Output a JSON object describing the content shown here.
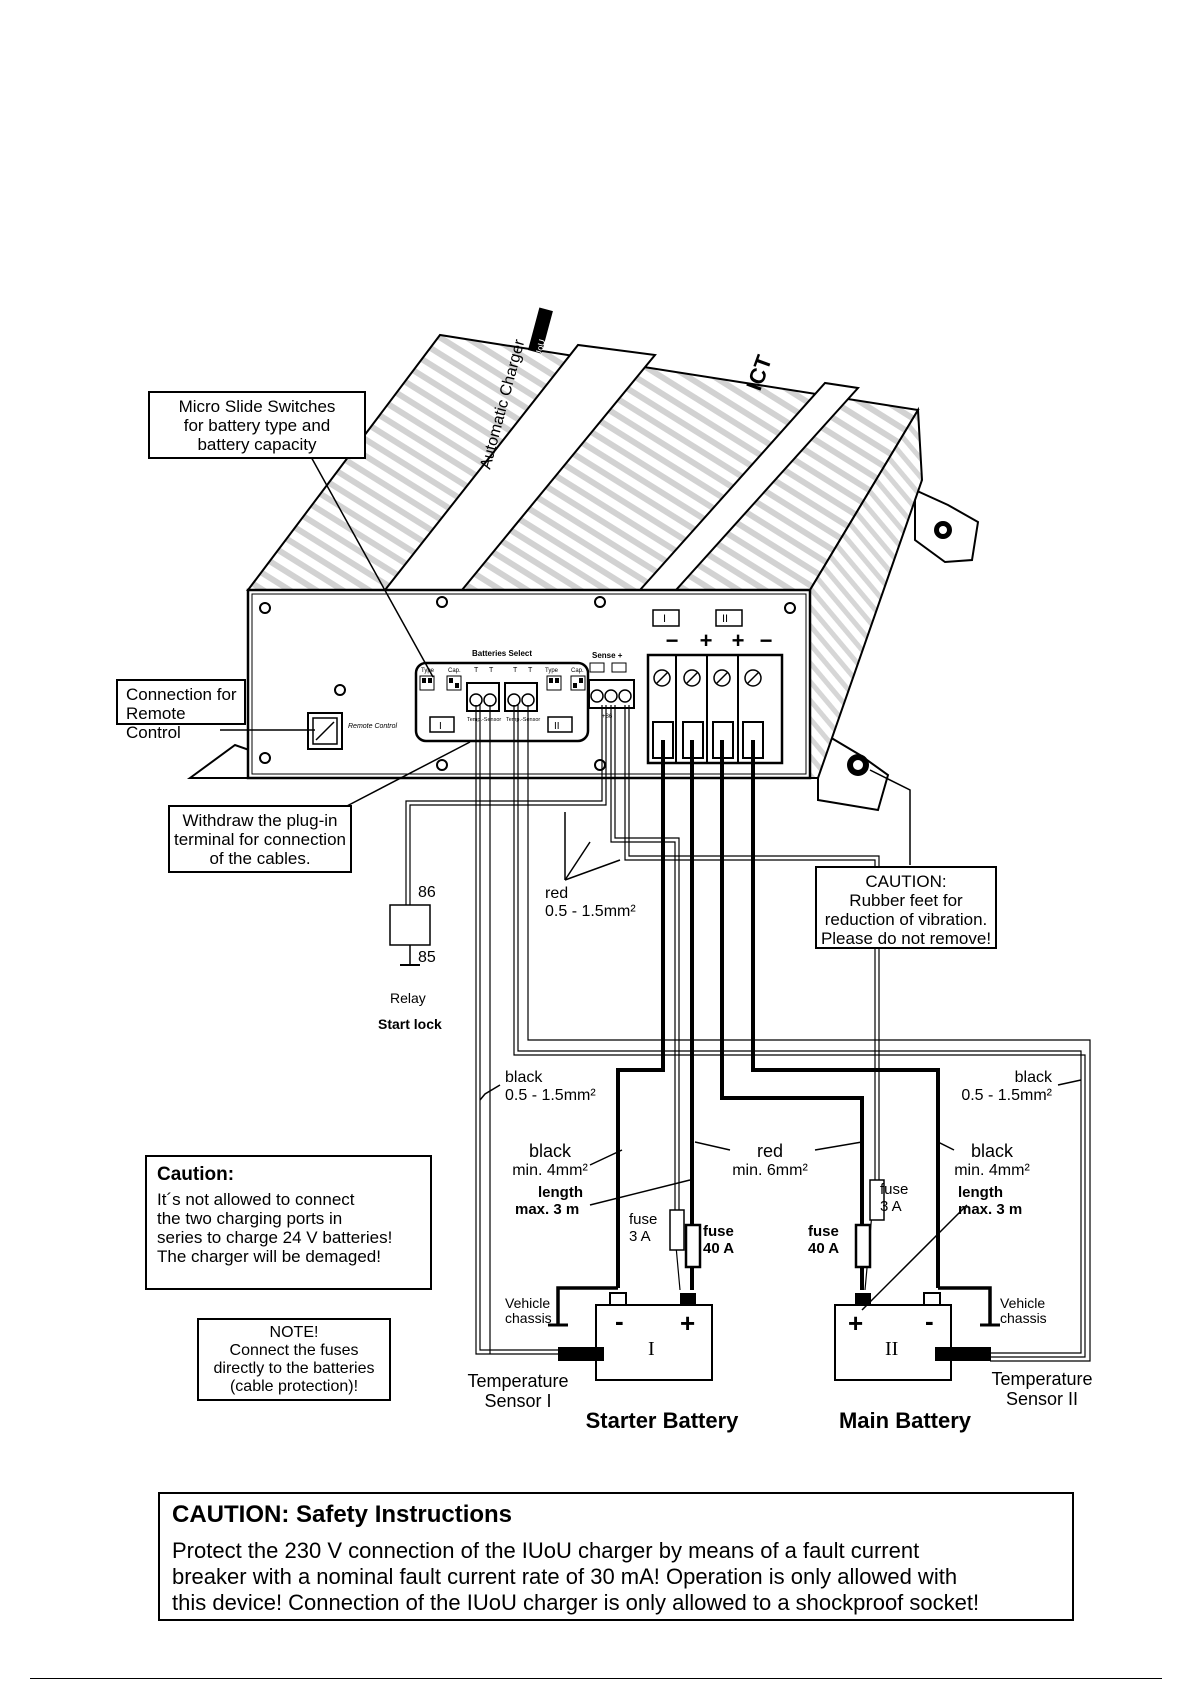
{
  "callouts": {
    "micro_switches": [
      "Micro Slide Switches",
      "for battery type and",
      "battery capacity"
    ],
    "remote_control": [
      "Connection for",
      "Remote Control"
    ],
    "withdraw_plug": [
      "Withdraw the plug-in",
      "terminal for connection",
      "of the cables."
    ],
    "rubber_feet": [
      "CAUTION:",
      "Rubber feet for",
      "reduction of vibration.",
      "Please do not remove!"
    ],
    "caution_series": {
      "title": "Caution:",
      "lines": [
        "It´s not allowed to connect",
        "the two charging ports in",
        "series to charge 24 V batteries!",
        "The charger will be demaged!"
      ]
    },
    "note_fuses": [
      "NOTE!",
      "Connect the fuses",
      "directly to the batteries",
      "(cable protection)!"
    ]
  },
  "charger": {
    "brand": "ICT",
    "top_label": "Automatic Charger",
    "model_badge": "IUoU",
    "panel": {
      "batteries_select": "Batteries Select",
      "type": "Type",
      "cap": "Cap.",
      "t": "T",
      "temp_sensor": "Temp.-Sensor",
      "sense": "Sense +",
      "plus86": "+86",
      "remote": "Remote Control",
      "roman_one": "I",
      "roman_two": "II"
    },
    "terminal_signs": [
      "−",
      "+",
      "+",
      "−"
    ]
  },
  "relay": {
    "pin_top": "86",
    "pin_bottom": "85",
    "label": "Relay",
    "function": "Start lock"
  },
  "wires": {
    "red_sense": [
      "red",
      "0.5 - 1.5mm²"
    ],
    "black_sensor_left": [
      "black",
      "0.5 - 1.5mm²"
    ],
    "black_sensor_right": [
      "black",
      "0.5 - 1.5mm²"
    ],
    "black_main_left": [
      "black",
      "min. 4mm²"
    ],
    "red_main": [
      "red",
      "min. 6mm²"
    ],
    "black_main_right": [
      "black",
      "min. 4mm²"
    ],
    "length_left": [
      "length",
      "max. 3 m"
    ],
    "length_right": [
      "length",
      "max. 3 m"
    ]
  },
  "fuses": {
    "small_left": [
      "fuse",
      "3 A"
    ],
    "big_left": [
      "fuse",
      "40 A"
    ],
    "small_right": [
      "fuse",
      "3 A"
    ],
    "big_right": [
      "fuse",
      "40 A"
    ]
  },
  "batteries": {
    "starter": {
      "numeral": "I",
      "caption": "Starter Battery",
      "minus": "-",
      "plus": "+"
    },
    "main": {
      "numeral": "II",
      "caption": "Main Battery",
      "minus": "-",
      "plus": "+"
    }
  },
  "chassis": [
    "Vehicle",
    "chassis"
  ],
  "sensors": {
    "one": [
      "Temperature",
      "Sensor I"
    ],
    "two": [
      "Temperature",
      "Sensor II"
    ]
  },
  "safety": {
    "title": "CAUTION: Safety Instructions",
    "lines": [
      "Protect the 230 V connection of the IUoU charger by means of a fault current",
      "breaker with a nominal fault current rate of 30 mA! Operation is only allowed with",
      "this device! Connection of the IUoU charger is only allowed to a shockproof socket!"
    ]
  }
}
